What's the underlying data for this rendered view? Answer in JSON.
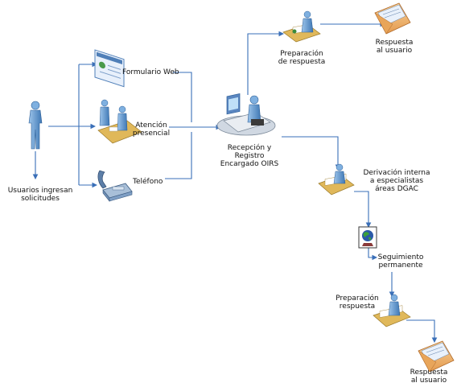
{
  "labels": {
    "usuarios": "Usuarios ingresan\nsolicitudes",
    "formulario": "Formulario Web",
    "atencion": "Atención\npresencial",
    "telefono": "Teléfono",
    "recepcion": "Recepción y\nRegistro\nEncargado OIRS",
    "prep_top": "Preparación\nde respuesta",
    "resp_top": "Respuesta\nal usuario",
    "derivacion": "Derivación interna\na especialistas\náreas DGAC",
    "seguimiento": "Seguimiento\npermanente",
    "prep_bottom": "Preparación\nrespuesta",
    "resp_bottom": "Respuesta\nal usuario"
  },
  "icons": {
    "user": "person-icon",
    "web_form": "web-form-icon",
    "in_person": "in-person-service-icon",
    "phone": "telephone-icon",
    "reception": "reception-desk-icon",
    "worker": "office-worker-icon",
    "envelope": "envelope-icon",
    "tracking": "globe-tracking-icon"
  },
  "colors": {
    "connector": "#3a6fb8",
    "person": "#6a9fd0",
    "desk": "#e0b85a",
    "envelope": "#f2b870"
  }
}
